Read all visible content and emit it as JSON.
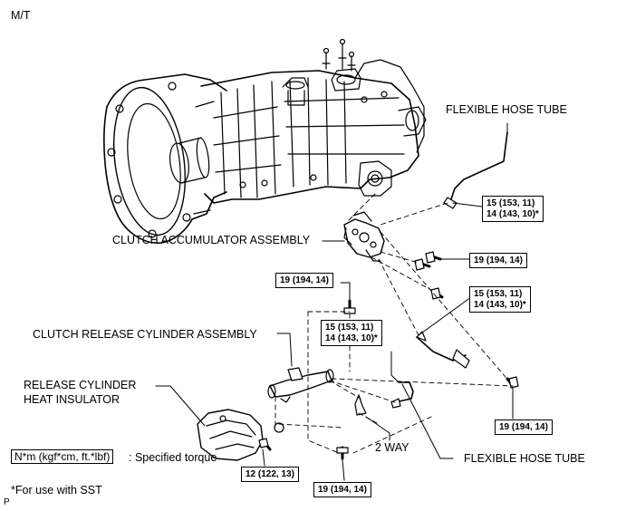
{
  "header": {
    "variant": "M/T"
  },
  "labels": {
    "flexible_hose_tube_top": "FLEXIBLE HOSE TUBE",
    "clutch_accumulator": "CLUTCH ACCUMULATOR ASSEMBLY",
    "clutch_release_cylinder": "CLUTCH RELEASE CYLINDER ASSEMBLY",
    "heat_insulator_line1": "RELEASE CYLINDER",
    "heat_insulator_line2": "HEAT INSULATOR",
    "two_way": "2 WAY",
    "flexible_hose_tube_bottom": "FLEXIBLE HOSE TUBE"
  },
  "torque_boxes": {
    "hose_top_1": "15 (153, 11)",
    "hose_top_2": "14 (143, 10)*",
    "accumulator_bolt": "19 (194, 14)",
    "hose_mid_1": "15 (153, 11)",
    "hose_mid_2": "14 (143, 10)*",
    "cylinder_bolt_top": "19 (194, 14)",
    "hose_left_1": "15 (153, 11)",
    "hose_left_2": "14 (143, 10)*",
    "bracket_bolt_right": "19 (194, 14)",
    "insulator_bolt": "12 (122, 13)",
    "bottom_bolt": "19 (194, 14)"
  },
  "legend": {
    "unit_box": "N*m (kgf*cm, ft.*lbf)",
    "unit_text": ": Specified torque",
    "sst_note": "*For use with SST"
  },
  "footer": {
    "code": "P"
  }
}
